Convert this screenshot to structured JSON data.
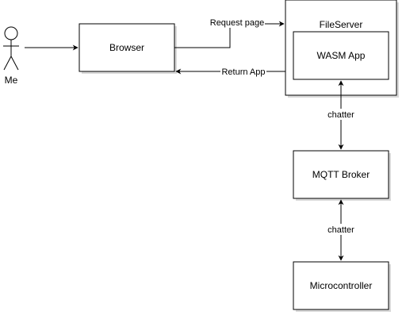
{
  "actor": {
    "label": "Me"
  },
  "nodes": {
    "browser": "Browser",
    "fileserver": "FileServer",
    "wasm_app": "WASM App",
    "mqtt_broker": "MQTT Broker",
    "microcontroller": "Microcontroller"
  },
  "edges": {
    "request_page": "Request page",
    "return_app": "Return App",
    "chatter_top": "chatter",
    "chatter_bottom": "chatter"
  },
  "colors": {
    "stroke": "#000000",
    "fill": "#ffffff",
    "shadow": "#d9d9d9"
  }
}
